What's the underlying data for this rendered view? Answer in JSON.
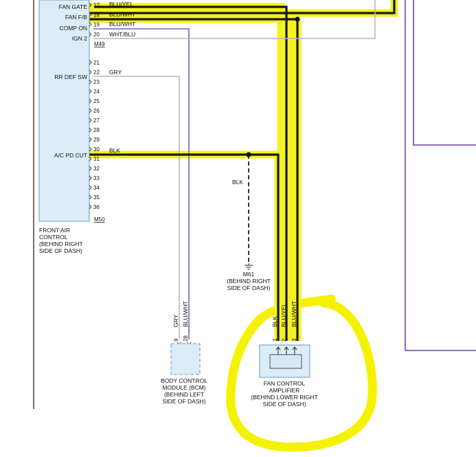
{
  "front_air_control": {
    "pin_labels": {
      "p17": "FAN GATE",
      "p18": "FAN F/B",
      "p19": "COMP ON",
      "p20": "IGN 2",
      "p22": "RR DEF SW",
      "p30": "A/C PD CUT"
    },
    "pins_top": [
      "17",
      "18",
      "19",
      "20"
    ],
    "pins_bottom": [
      "21",
      "22",
      "23",
      "24",
      "25",
      "26",
      "27",
      "28",
      "29",
      "30",
      "31",
      "32",
      "33",
      "34",
      "35",
      "36"
    ],
    "connector_top": "M49",
    "connector_bottom": "M50",
    "name_lines": [
      "FRONT AIR",
      "CONTROL",
      "(BEHIND RIGHT",
      "SIDE OF DASH)"
    ]
  },
  "wires": {
    "p17": "BLU/YEL",
    "p18": "BLU/WHT",
    "p19": "BLU/WHT",
    "p20": "WHT/BLU",
    "p22": "GRY",
    "p30": "BLK",
    "ground_drop": "BLK",
    "bcm_9": "GRY",
    "bcm_28": "BLU/WHT",
    "amp_1": "BLK",
    "amp_2": "BLU/YEL",
    "amp_3": "BLU/WHT"
  },
  "ground": {
    "label": "M61",
    "location_lines": [
      "(BEHIND RIGHT",
      "SIDE OF DASH)"
    ]
  },
  "bcm": {
    "pins": [
      "9",
      "28"
    ],
    "name_lines": [
      "BODY CONTROL",
      "MODULE (BCM)",
      "(BEHIND LEFT",
      "SIDE OF DASH)"
    ]
  },
  "fan_amp": {
    "pins": [
      "1",
      "2",
      "3"
    ],
    "name_lines": [
      "FAN CONTROL",
      "AMPLIFIER",
      "(BEHIND LOWER RIGHT",
      "SIDE OF DASH)"
    ]
  },
  "colors": {
    "highlight": "#f2f222",
    "module_fill": "#dcedf7",
    "module_stroke": "#6a97b3",
    "wire_blu": "#6a66b8",
    "wire_gry": "#b7b7b7",
    "wire_blk": "#1a1a1a",
    "frame_purple": "#6a3a9a",
    "annotation_yellow": "#f5f200"
  }
}
